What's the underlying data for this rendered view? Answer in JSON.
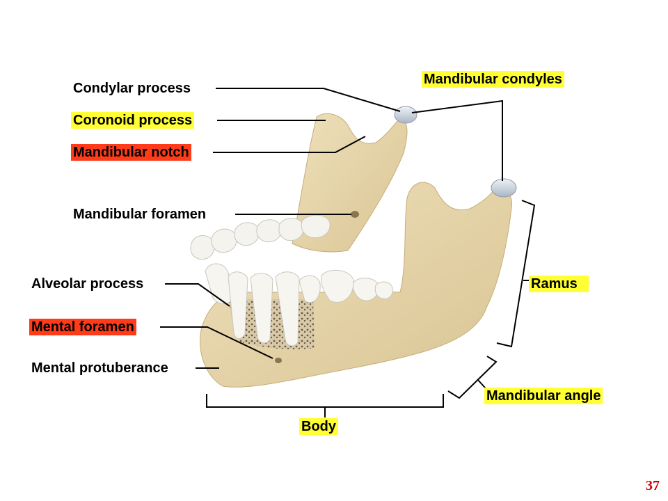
{
  "labels": {
    "condylar_process": "Condylar process",
    "coronoid_process": "Coronoid process",
    "mandibular_notch": "Mandibular notch",
    "mandibular_foramen": "Mandibular foramen",
    "alveolar_process": "Alveolar process",
    "mental_foramen": "Mental foramen",
    "mental_protuberance": "Mental protuberance",
    "mandibular_condyles": "Mandibular condyles",
    "ramus": "Ramus",
    "mandibular_angle": "Mandibular angle",
    "body": "Body"
  },
  "highlight_colors": {
    "yellow": "#ffff33",
    "red": "#ff3b1a"
  },
  "page_number": "37"
}
